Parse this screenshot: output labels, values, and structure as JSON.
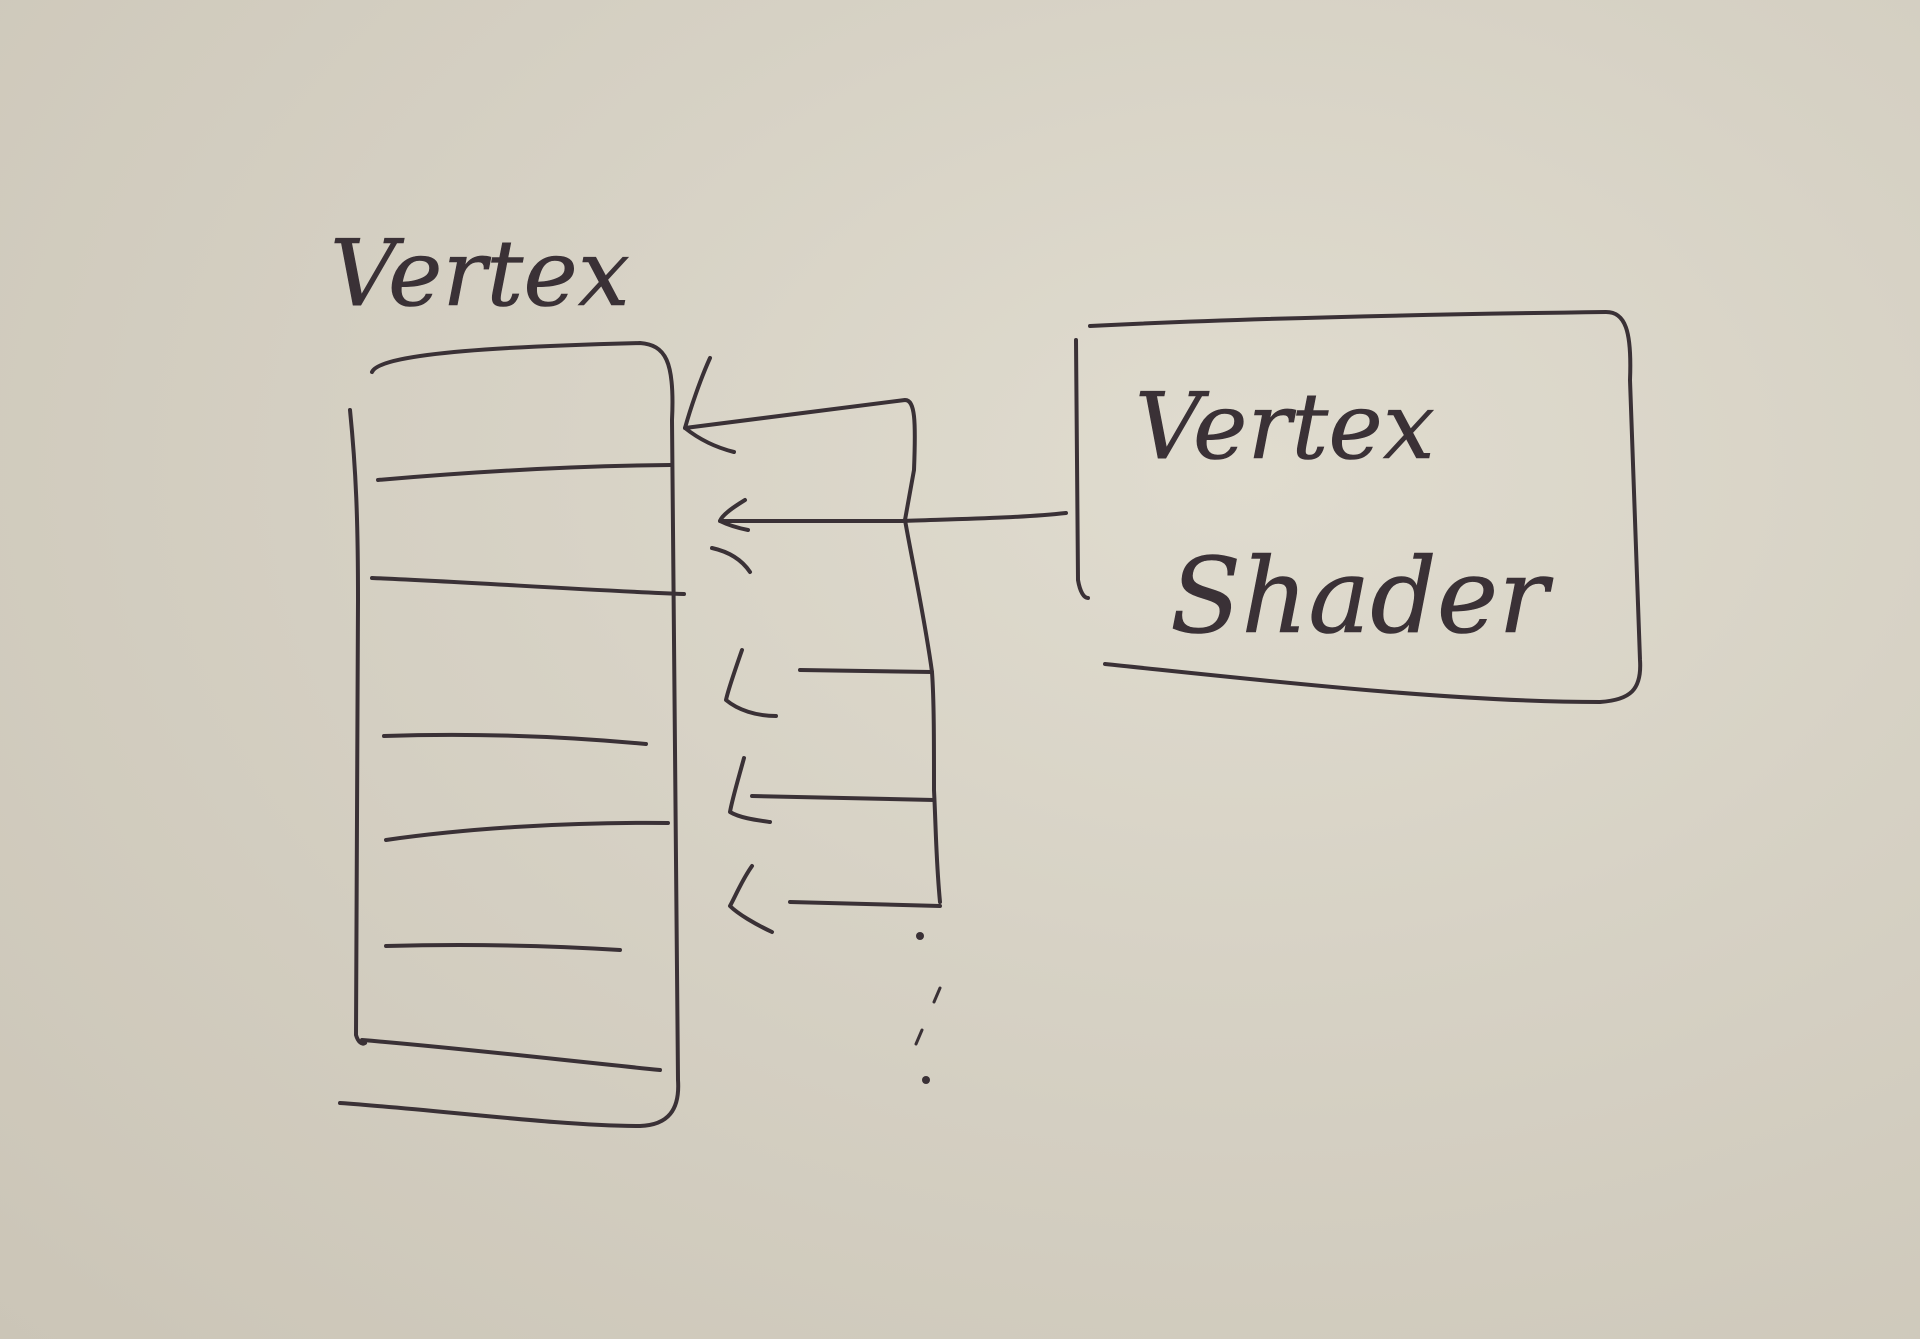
{
  "diagram": {
    "buffer_label": "Vertex",
    "shader_label_line1": "Vertex",
    "shader_label_line2": "Shader",
    "colors": {
      "paper": "#d6d1c4",
      "ink": "#3a3136"
    }
  }
}
